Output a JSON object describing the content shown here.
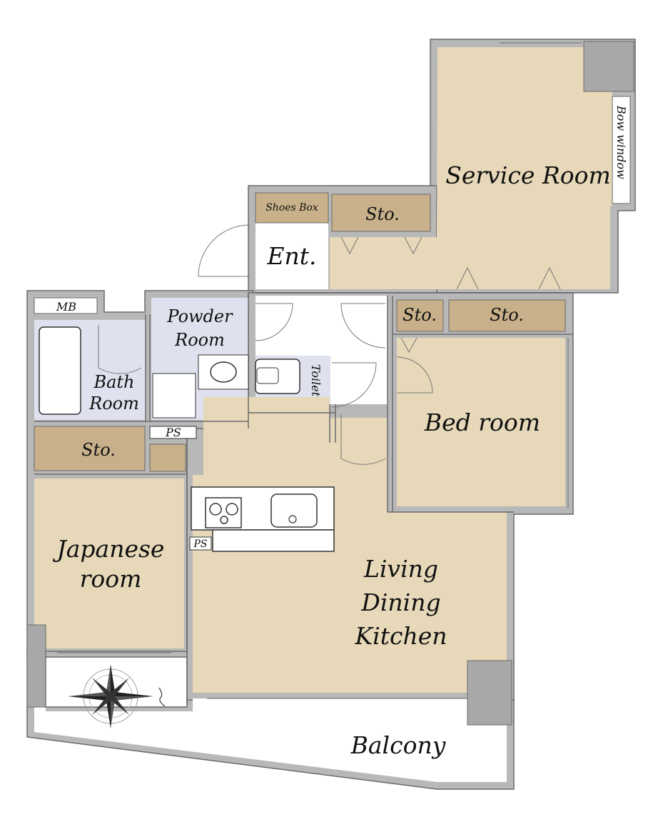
{
  "rooms": {
    "service_room": "Service Room",
    "bow_window": "Bow window",
    "storage_service": "Sto.",
    "shoes_box": "Shoes Box",
    "entrance": "Ent.",
    "mb": "MB",
    "powder_room_line1": "Powder",
    "powder_room_line2": "Room",
    "bath_line1": "Bath",
    "bath_line2": "Room",
    "toilet": "Toilet",
    "storage_hall_1": "Sto.",
    "storage_hall_2": "Sto.",
    "bedroom": "Bed room",
    "ps_upper": "PS",
    "storage_left": "Sto.",
    "ps_lower": "PS",
    "japanese_line1": "Japanese",
    "japanese_line2": "room",
    "ldk_line1": "Living",
    "ldk_line2": "Dining",
    "ldk_line3": "Kitchen",
    "balcony": "Balcony"
  },
  "colors": {
    "room_fill": "#e6d8b8",
    "storage_fill": "#c8b08a",
    "wet_fill": "#dfe2ee",
    "wall": "#b8b8b8",
    "wall_edge": "#6a6a6a",
    "pillar": "#a8a8a8",
    "balcony_fill": "#ffffff"
  }
}
